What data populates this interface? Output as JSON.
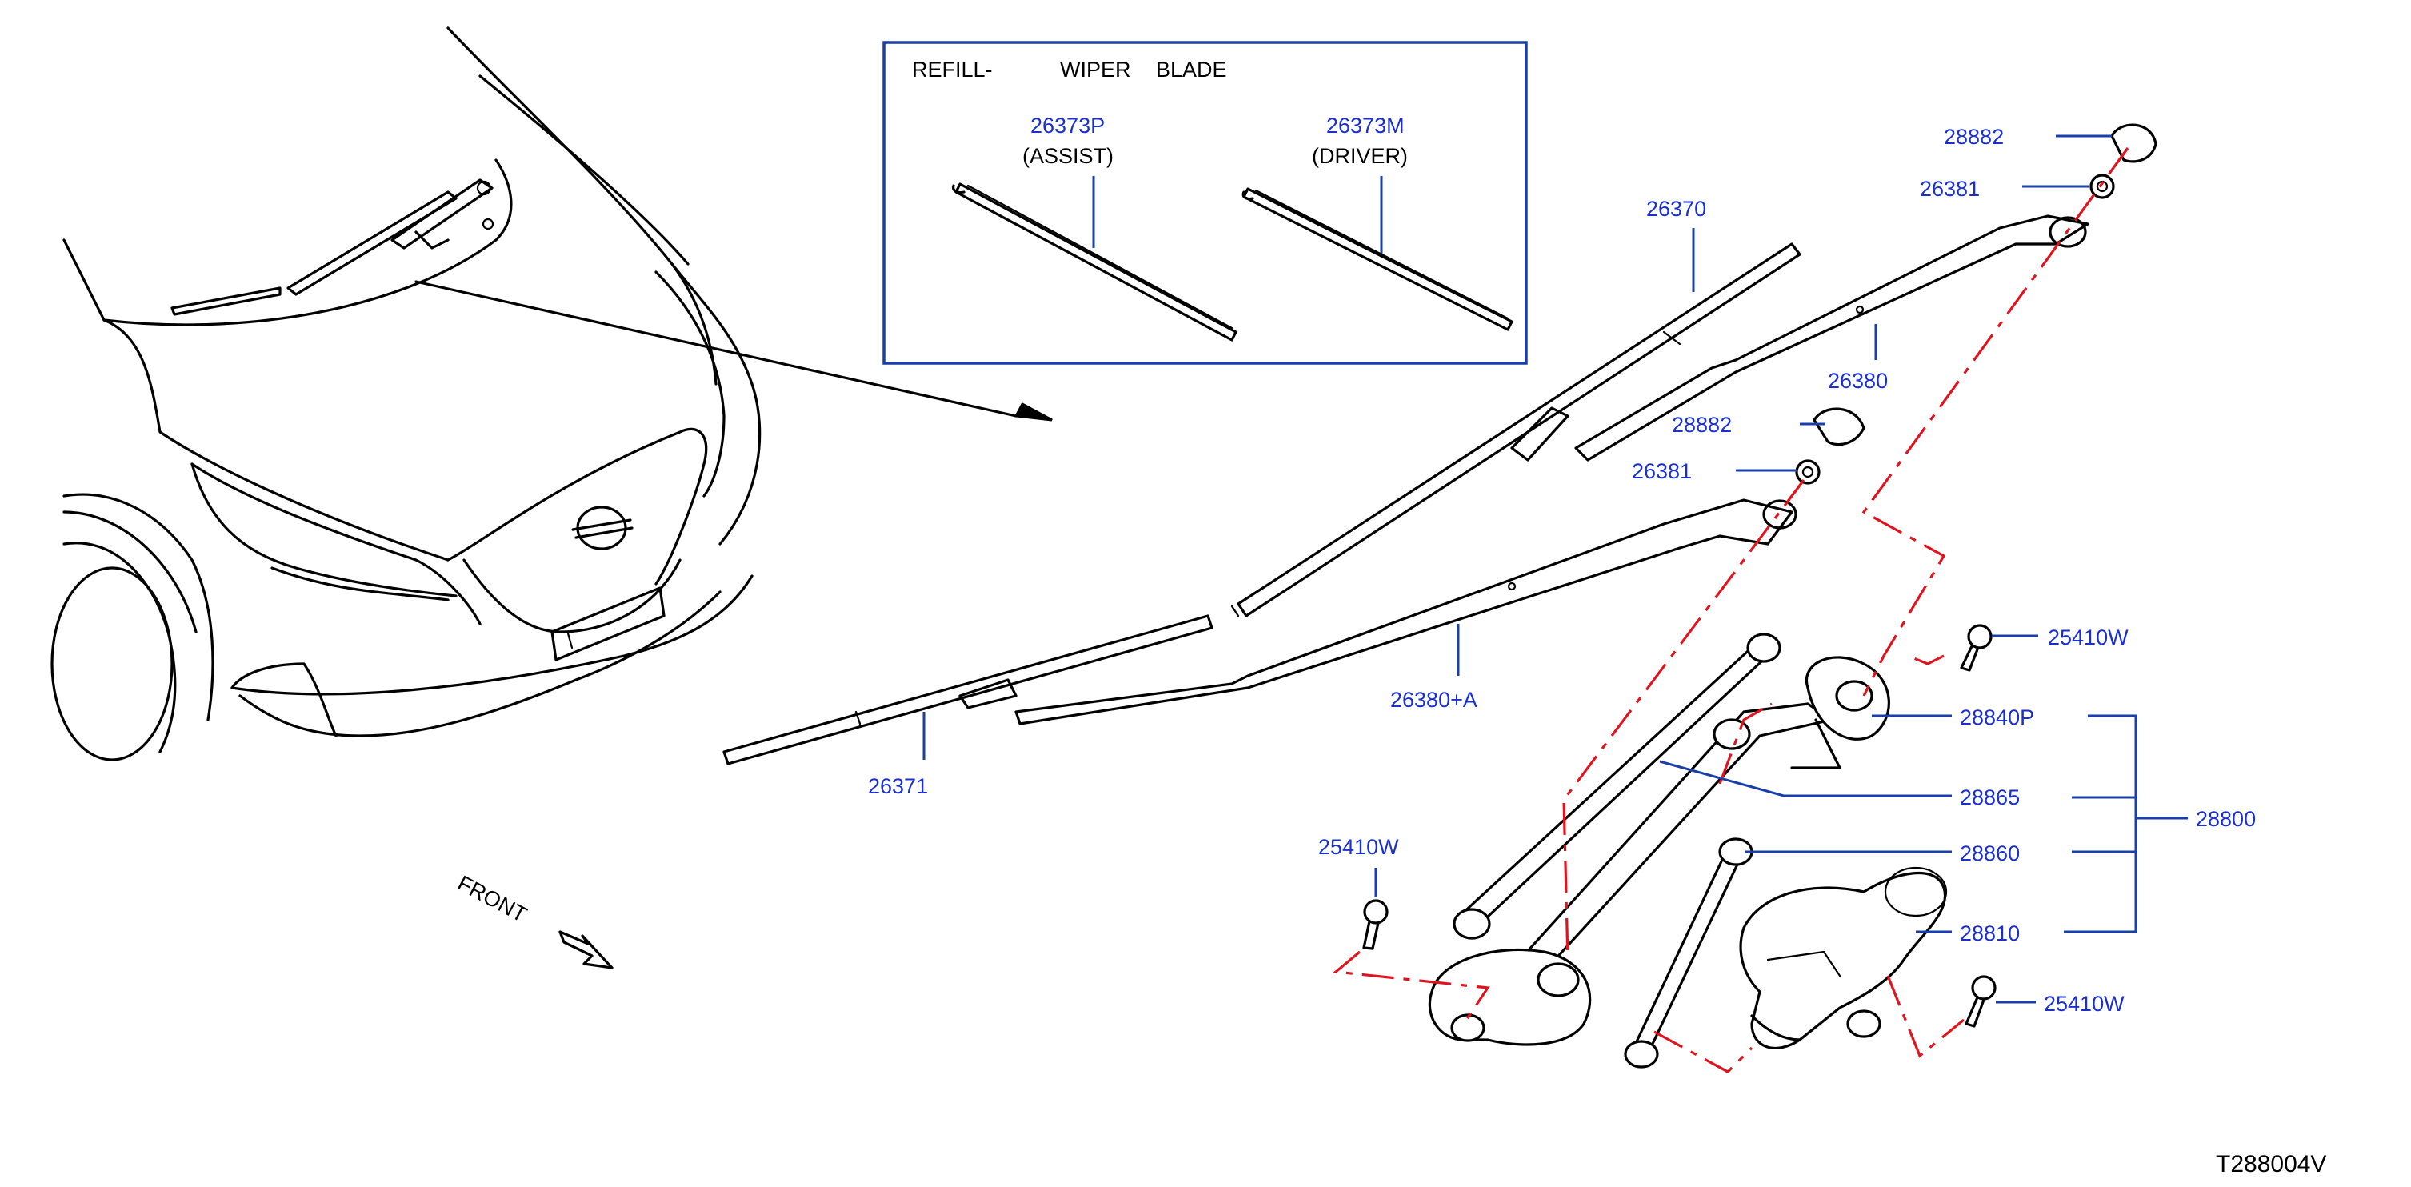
{
  "inset": {
    "title_refill": "REFILL-",
    "title_wiper": "WIPER",
    "title_blade": "BLADE",
    "assist_part": "26373P",
    "assist_label": "(ASSIST)",
    "driver_part": "26373M",
    "driver_label": "(DRIVER)"
  },
  "callouts": {
    "c28882_top": "28882",
    "c26381_top": "26381",
    "c26370": "26370",
    "c26380": "26380",
    "c28882_mid": "28882",
    "c26381_mid": "26381",
    "c26380a": "26380+A",
    "c26371": "26371",
    "c25410w_top": "25410W",
    "c28840p": "28840P",
    "c28865": "28865",
    "c28800": "28800",
    "c28860": "28860",
    "c28810": "28810",
    "c25410w_left": "25410W",
    "c25410w_bottom": "25410W"
  },
  "front_label": "FRONT",
  "diagram_code": "T288004V",
  "colors": {
    "callout_text": "#1a2fd0",
    "leader": "#1a3fa8",
    "assembly_axis": "#e0141e"
  }
}
